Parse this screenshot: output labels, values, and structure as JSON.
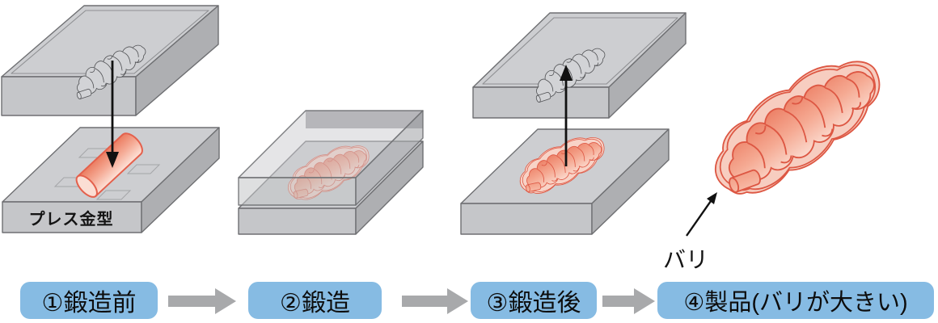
{
  "diagram": {
    "annotations": {
      "press_die_label": "プレス金型",
      "burr_label": "バリ"
    },
    "steps": [
      {
        "label": "①鍛造前"
      },
      {
        "label": "②鍛造"
      },
      {
        "label": "③鍛造後"
      },
      {
        "label": "④製品(バリが大きい)"
      }
    ],
    "colors": {
      "step_box_blue": "#86BBE3",
      "flow_arrow_gray": "#A8A9AB",
      "die_top_gray": "#CDCED1",
      "die_front_gray": "#C5C6C9",
      "die_side_gray": "#AEAFB2",
      "workpiece_pink": "#F0927E",
      "workpiece_light_pink": "#F8D3C7",
      "workpiece_outline_red": "#DD5743",
      "annotation_arrow_black": "#111111"
    }
  }
}
